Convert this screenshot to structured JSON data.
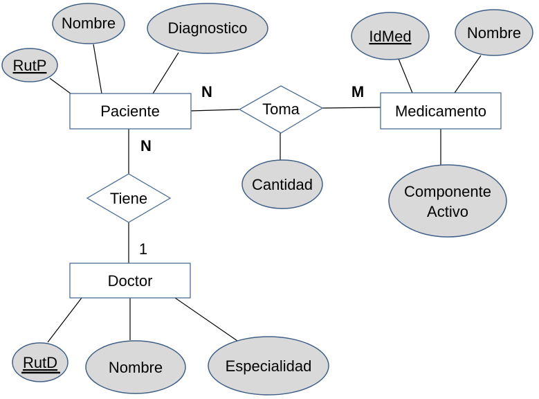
{
  "entities": {
    "paciente": "Paciente",
    "medicamento": "Medicamento",
    "doctor": "Doctor"
  },
  "relationships": {
    "toma": "Toma",
    "tiene": "Tiene"
  },
  "attributes": {
    "rutp": "RutP",
    "nombre_paciente": "Nombre",
    "diagnostico": "Diagnostico",
    "idmed": "IdMed",
    "nombre_medicamento": "Nombre",
    "cantidad": "Cantidad",
    "componente_line1": "Componente",
    "componente_line2": "Activo",
    "rutd": "RutD",
    "nombre_doctor": "Nombre",
    "especialidad": "Especialidad"
  },
  "cardinalities": {
    "paciente_toma": "N",
    "toma_medicamento": "M",
    "paciente_tiene": "N",
    "tiene_doctor": "1"
  },
  "keys": [
    "RutP",
    "IdMed",
    "RutD"
  ]
}
